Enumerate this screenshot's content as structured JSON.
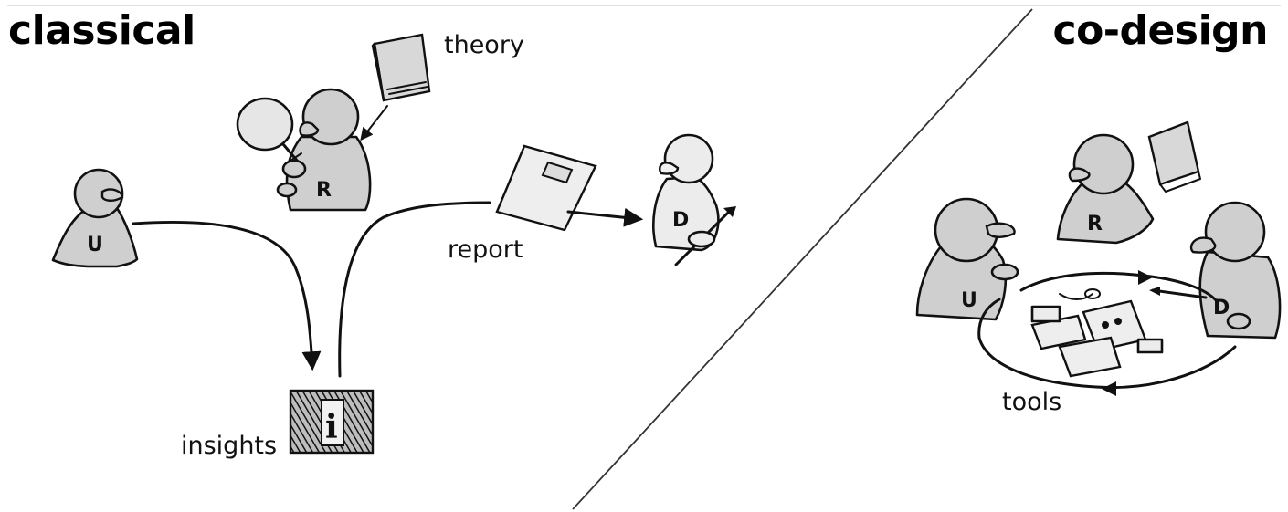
{
  "headings": {
    "left": "classical",
    "right": "co-design"
  },
  "labels": {
    "theory": "theory",
    "report": "report",
    "insights": "insights",
    "tools": "tools"
  },
  "figures": {
    "user_letter": "U",
    "researcher_letter": "R",
    "designer_letter": "D",
    "insight_letter": "i"
  }
}
